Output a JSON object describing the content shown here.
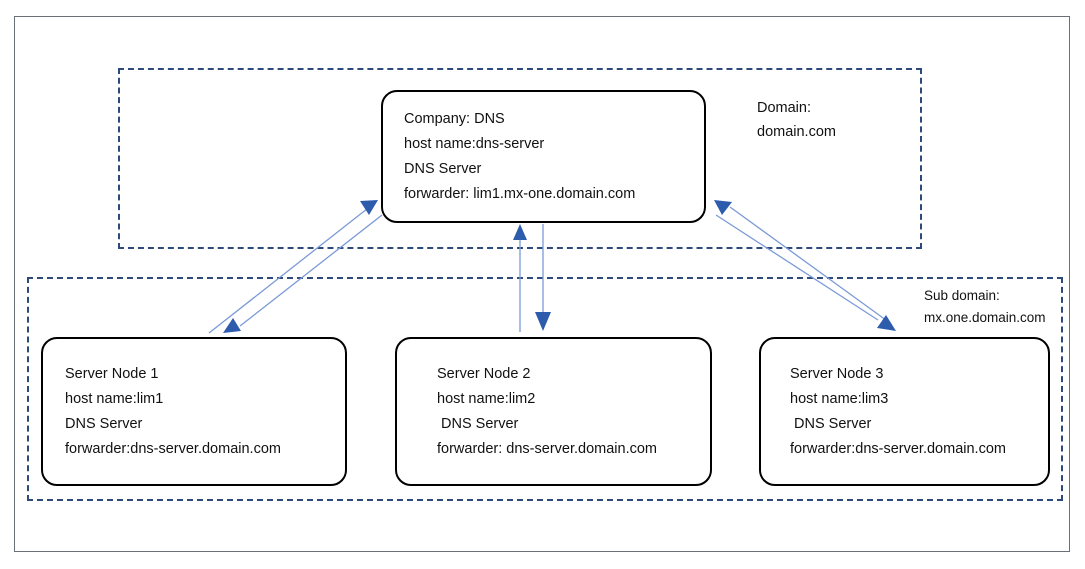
{
  "diagram": {
    "title_present": false,
    "colors": {
      "node_border": "#000000",
      "node_fill": "#ffffff",
      "zone_border": "#2e4a7d",
      "arrow_line": "#7b9ad6",
      "arrow_head": "#2e5cad",
      "outer_frame": "#6b6f76",
      "text": "#111111"
    },
    "zones": [
      {
        "id": "domain",
        "caption_label": "Domain:",
        "caption_value": "domain.com",
        "style": "dashed"
      },
      {
        "id": "subdomain",
        "caption_label": "Sub domain:",
        "caption_value": "mx.one.domain.com",
        "style": "dashed"
      }
    ],
    "nodes": [
      {
        "id": "dns-server",
        "line1": "Company: DNS",
        "line2": "host name:dns-server",
        "line3": "DNS Server",
        "line4": "forwarder: lim1.mx-one.domain.com"
      },
      {
        "id": "server-node-1",
        "line1": "Server Node 1",
        "line2": "host name:lim1",
        "line3": "DNS Server",
        "line4": "forwarder:dns-server.domain.com"
      },
      {
        "id": "server-node-2",
        "line1": "Server Node 2",
        "line2": "host name:lim2",
        "line3": " DNS Server",
        "line4": "forwarder: dns-server.domain.com"
      },
      {
        "id": "server-node-3",
        "line1": "Server Node 3",
        "line2": "host name:lim3",
        "line3": " DNS Server",
        "line4": "forwarder:dns-server.domain.com"
      }
    ],
    "connections": [
      {
        "id": "dns-to-node1",
        "from": "server-node-1",
        "to": "dns-server",
        "direction": "up-right"
      },
      {
        "id": "node1-to-dns",
        "from": "dns-server",
        "to": "server-node-1",
        "direction": "down-left"
      },
      {
        "id": "node2-to-dns",
        "from": "server-node-2",
        "to": "dns-server",
        "direction": "up"
      },
      {
        "id": "dns-to-node2",
        "from": "dns-server",
        "to": "server-node-2",
        "direction": "down"
      },
      {
        "id": "node3-to-dns",
        "from": "server-node-3",
        "to": "dns-server",
        "direction": "up-left"
      },
      {
        "id": "dns-to-node3",
        "from": "dns-server",
        "to": "server-node-3",
        "direction": "down-right"
      }
    ]
  }
}
